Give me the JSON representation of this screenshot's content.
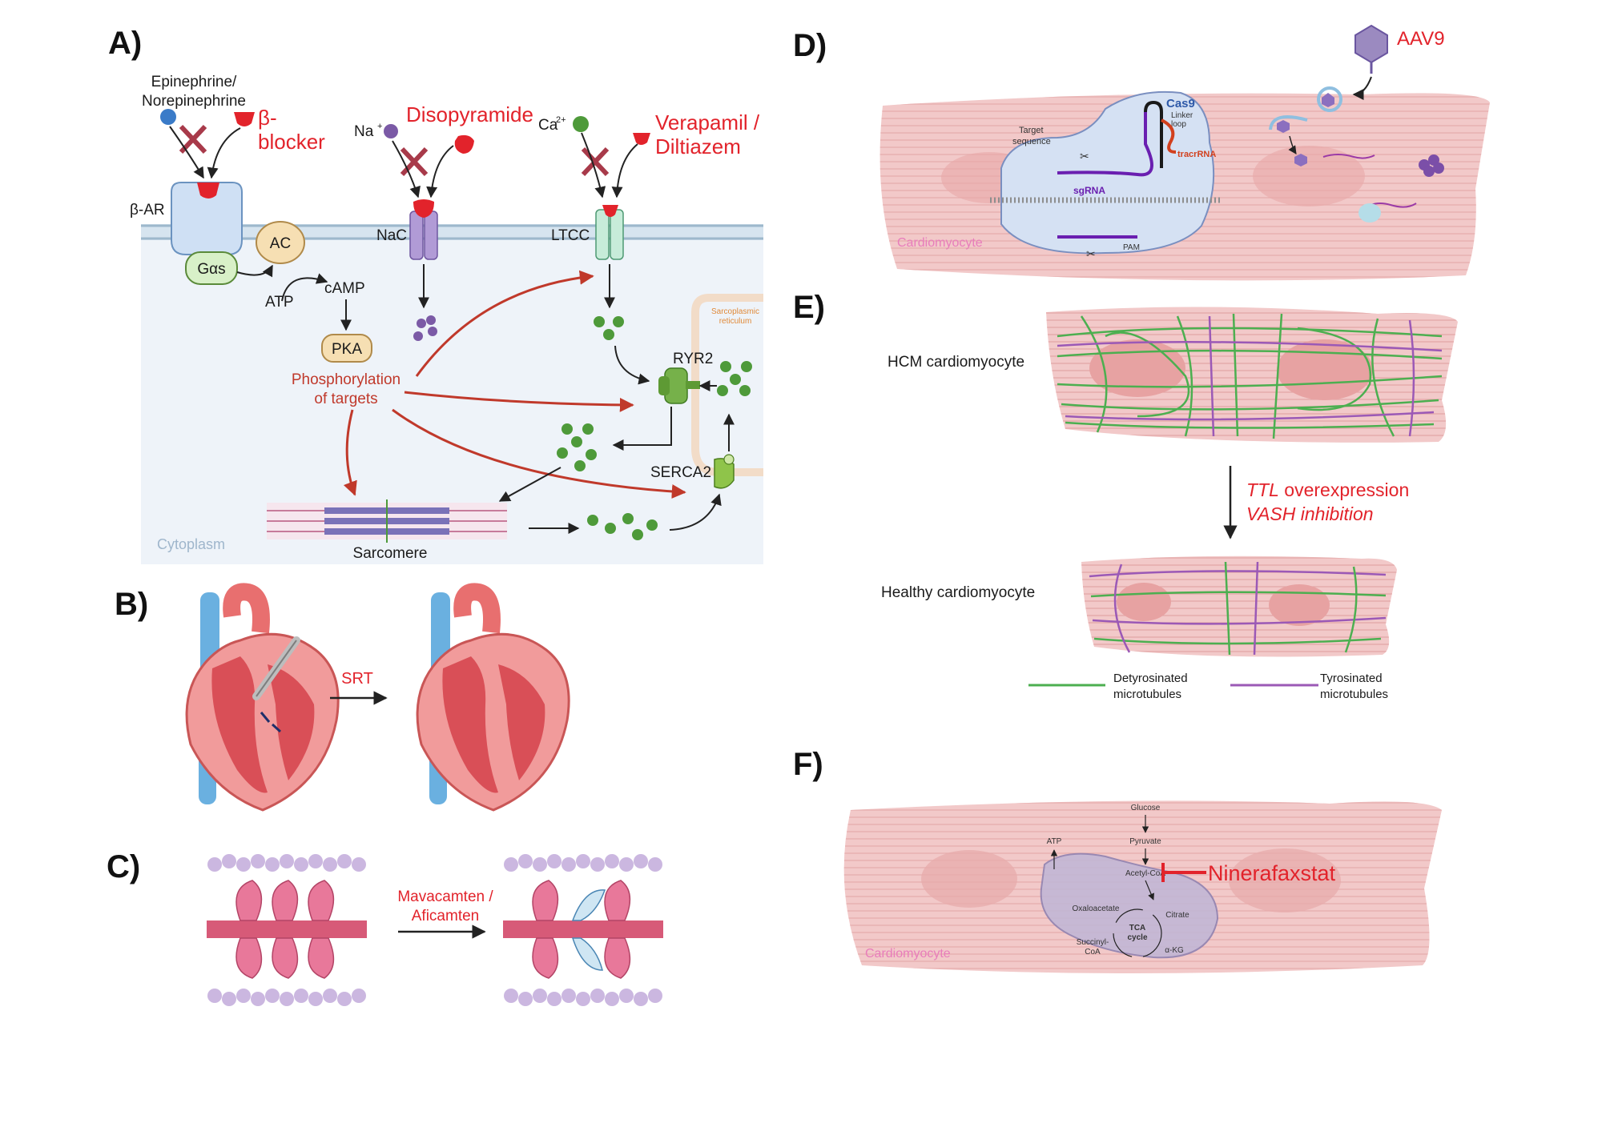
{
  "panels": {
    "a": "A)",
    "b": "B)",
    "c": "C)",
    "d": "D)",
    "e": "E)",
    "f": "F)"
  },
  "panel_a": {
    "ligand_1": "Epinephrine/",
    "ligand_2": "Norepinephrine",
    "drug_beta_1": "β-",
    "drug_beta_2": "blocker",
    "receptor": "β-AR",
    "gas": "Gαs",
    "ac": "AC",
    "atp": "ATP",
    "camp": "cAMP",
    "pka": "PKA",
    "phos_1": "Phosphorylation",
    "phos_2": "of targets",
    "na_ion": "Na",
    "na_sup": "+",
    "drug_diso": "Disopyramide",
    "nac": "NaC",
    "ca_ion": "Ca",
    "ca_sup": "2+",
    "drug_vera_1": "Verapamil /",
    "drug_vera_2": "Diltiazem",
    "ltcc": "LTCC",
    "sr_1": "Sarcoplasmic",
    "sr_2": "reticulum",
    "ryr2": "RYR2",
    "serca2": "SERCA2",
    "sarcomere": "Sarcomere",
    "cytoplasm": "Cytoplasm"
  },
  "panel_b": {
    "arrow_label": "SRT"
  },
  "panel_c": {
    "drug_1": "Mavacamten /",
    "drug_2": "Aficamten"
  },
  "panel_d": {
    "vector": "AAV9",
    "cas9": "Cas9",
    "target_1": "Target",
    "target_2": "sequence",
    "linker_1": "Linker",
    "linker_2": "loop",
    "tracr": "tracrRNA",
    "sgrna": "sgRNA",
    "pam": "PAM",
    "cell": "Cardiomyocyte"
  },
  "panel_e": {
    "hcm": "HCM cardiomyocyte",
    "treat_1_italic": "TTL",
    "treat_1_rest": " overexpression",
    "treat_2": "VASH inhibition",
    "healthy": "Healthy cardiomyocyte",
    "legend_detyr_1": "Detyrosinated",
    "legend_detyr_2": "microtubules",
    "legend_tyr_1": "Tyrosinated",
    "legend_tyr_2": "microtubules"
  },
  "panel_f": {
    "glucose": "Glucose",
    "pyruvate": "Pyruvate",
    "acetylcoa": "Acetyl-CoA",
    "atp": "ATP",
    "oxaloacetate": "Oxaloacetate",
    "citrate": "Citrate",
    "tca_1": "TCA",
    "tca_2": "cycle",
    "succinyl_1": "Succinyl-",
    "succinyl_2": "CoA",
    "akg": "α-KG",
    "drug": "Ninerafaxstat",
    "cell": "Cardiomyocyte"
  },
  "colors": {
    "drug_red": "#e2232b",
    "membrane": "#b7cfe0",
    "cytoplasm": "#eef3f9",
    "calcium_green": "#4e9a3a",
    "sodium_purple": "#7b5aa6",
    "cell_pink": "#f2c9c9",
    "detyrosinated_green": "#4caf50",
    "tyrosinated_purple": "#9b59b6"
  }
}
